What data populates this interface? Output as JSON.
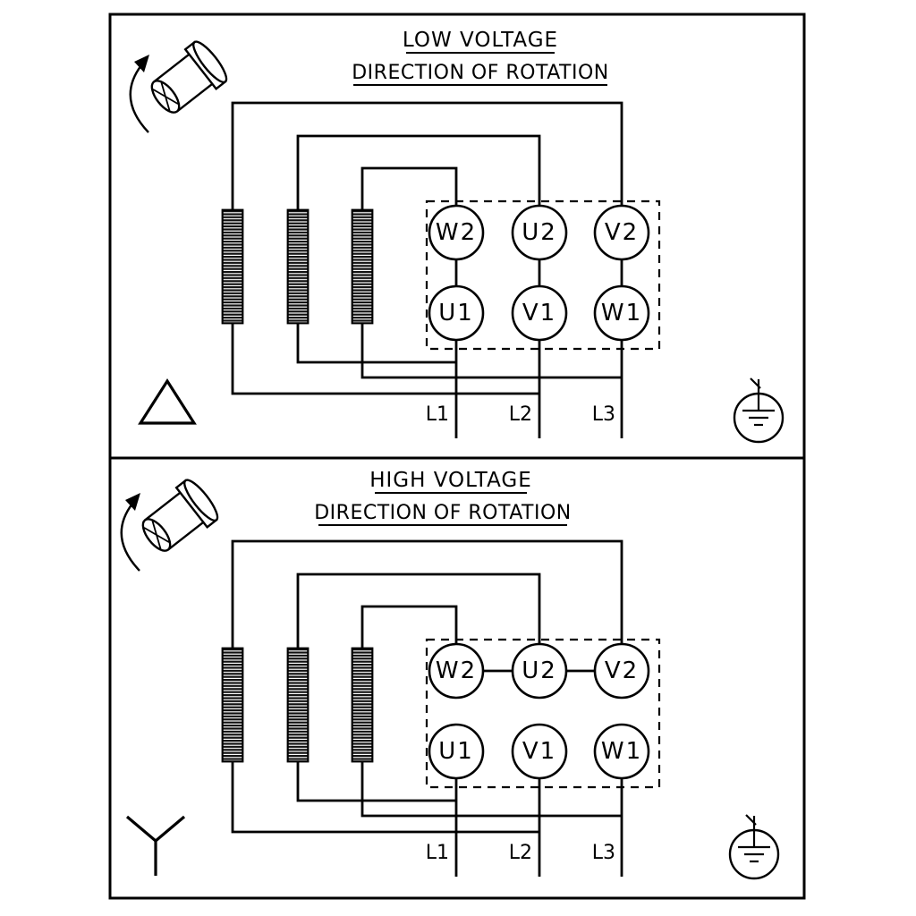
{
  "background": "#ffffff",
  "line_color": "#000000",
  "panels": [
    {
      "name": "low-voltage",
      "title": "LOW VOLTAGE",
      "subtitle": "DIRECTION OF ROTATION",
      "connection": "delta",
      "terminals_top": [
        "W2",
        "U2",
        "V2"
      ],
      "terminals_bottom": [
        "U1",
        "V1",
        "W1"
      ],
      "supply_lines": [
        "L1",
        "L2",
        "L3"
      ],
      "icons": [
        "motor-rotation-icon",
        "delta-symbol-icon",
        "earth-ground-icon"
      ]
    },
    {
      "name": "high-voltage",
      "title": "HIGH VOLTAGE",
      "subtitle": "DIRECTION OF ROTATION",
      "connection": "star",
      "terminals_top": [
        "W2",
        "U2",
        "V2"
      ],
      "terminals_bottom": [
        "U1",
        "V1",
        "W1"
      ],
      "supply_lines": [
        "L1",
        "L2",
        "L3"
      ],
      "icons": [
        "motor-rotation-icon",
        "star-symbol-icon",
        "earth-ground-icon"
      ]
    }
  ]
}
